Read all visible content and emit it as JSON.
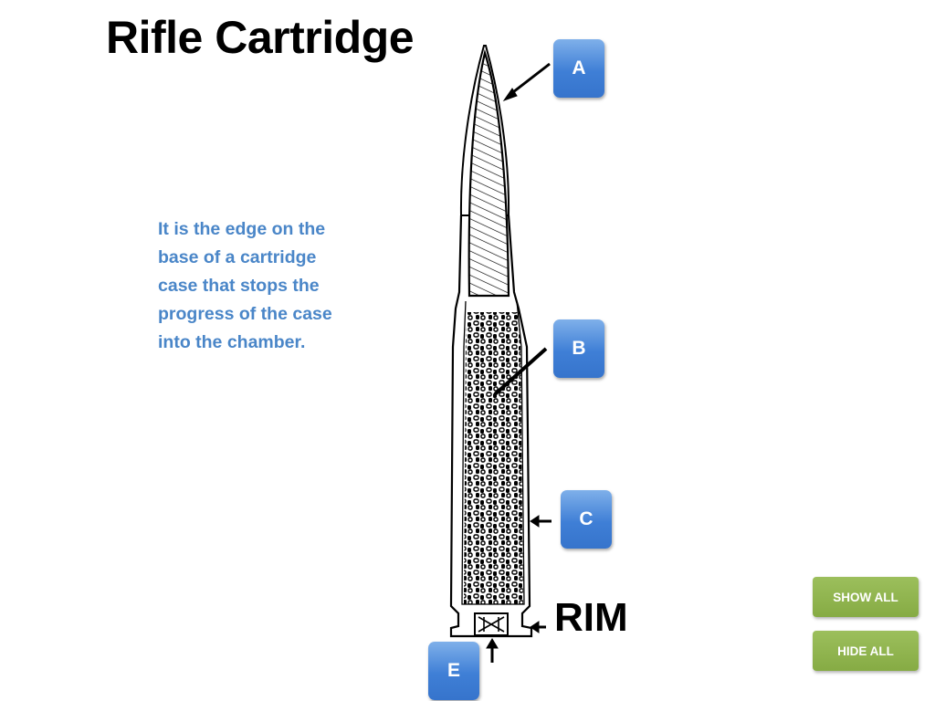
{
  "title": "Rifle Cartridge",
  "description": {
    "lines": [
      "It is the edge on the",
      "base of a cartridge",
      "case that stops the",
      "progress of the case",
      "into the chamber."
    ]
  },
  "labels": {
    "a": "A",
    "b": "B",
    "c": "C",
    "e": "E",
    "rim": "RIM"
  },
  "controls": {
    "show_all": "SHOW ALL",
    "hide_all": "HIDE ALL"
  },
  "colors": {
    "label_blue": "#3f7fd6",
    "description_blue": "#4a86c8",
    "control_green": "#8db24c"
  }
}
